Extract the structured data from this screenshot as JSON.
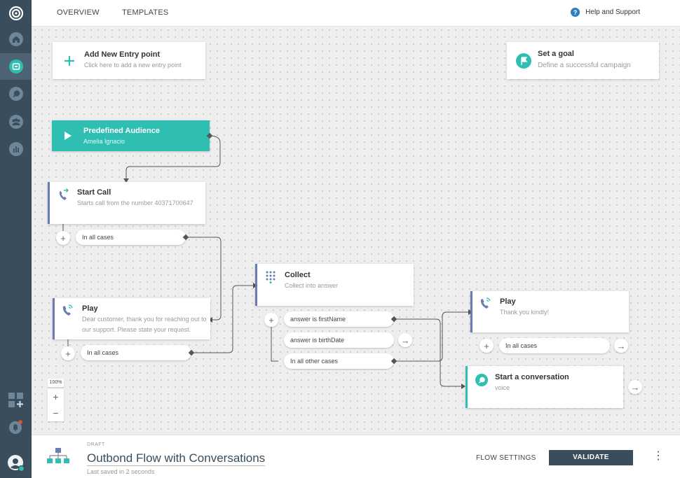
{
  "topbar": {
    "tabs": [
      "OVERVIEW",
      "TEMPLATES"
    ],
    "help_label": "Help and Support",
    "help_glyph": "?"
  },
  "sidebar": {
    "items": [
      "logo-icon",
      "home-icon",
      "flows-icon",
      "conversations-icon",
      "contacts-icon",
      "reports-icon"
    ],
    "bottom": [
      "add-widget-icon",
      "notifications-icon",
      "user-avatar-icon"
    ]
  },
  "entry": {
    "title": "Add New Entry point",
    "subtitle": "Click here to add a new entry point"
  },
  "goal": {
    "title": "Set a goal",
    "subtitle": "Define a successful campaign"
  },
  "audience": {
    "title": "Predefined Audience",
    "subtitle": "Amelia Ignacio"
  },
  "start_call": {
    "title": "Start Call",
    "subtitle": "Starts call from the number 40371700647",
    "branch": "In all cases"
  },
  "play1": {
    "title": "Play",
    "subtitle": "Dear customer, thank you for reaching out to our support. Please state your request.",
    "branch": "In all cases"
  },
  "collect": {
    "title": "Collect",
    "subtitle": "Collect into answer",
    "branches": [
      "answer is firstName",
      "answer is birthDate",
      "In all other cases"
    ]
  },
  "play2": {
    "title": "Play",
    "subtitle": "Thank you kindly!",
    "branch": "In all cases"
  },
  "conversation": {
    "title": "Start a conversation",
    "subtitle": "voice"
  },
  "zoom": {
    "level": "100%",
    "plus": "+",
    "minus": "−"
  },
  "footer": {
    "status": "DRAFT",
    "flow_name": "Outbond Flow with Conversations",
    "saved": "Last saved in 2 seconds",
    "settings_label": "FLOW SETTINGS",
    "validate_label": "VALIDATE",
    "more_glyph": "⋮"
  },
  "colors": {
    "sidebar": "#3a4d5c",
    "teal": "#2ebfb2",
    "accent_blue": "#6a7cb8",
    "validate": "#3a4d5c"
  }
}
